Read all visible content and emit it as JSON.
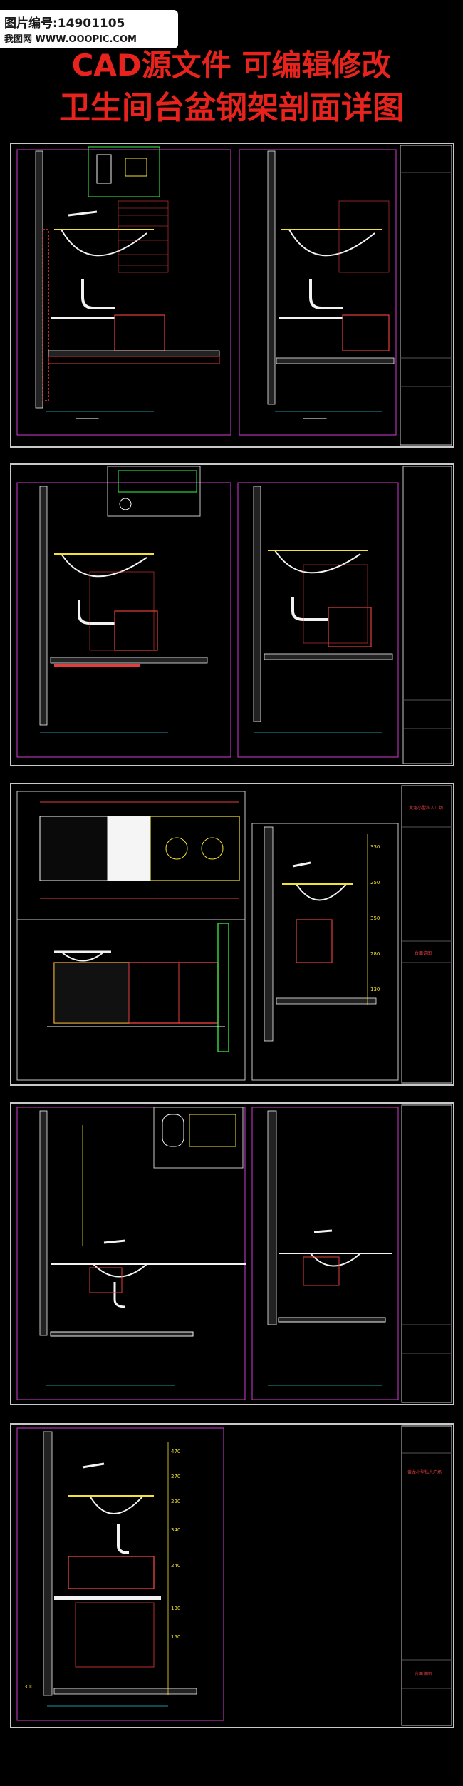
{
  "header": {
    "image_id_label": "图片编号:14901105",
    "site_label": "我图网 WWW.OOOPIC.COM",
    "title_line1": "CAD源文件 可编辑修改",
    "title_line2": "卫生间台盆钢架剖面详图"
  },
  "sheets": [
    {
      "titleblock": {
        "project": "",
        "drawing_no": "",
        "note": ""
      }
    },
    {
      "titleblock": {
        "project": "",
        "drawing_no": "",
        "note": ""
      }
    },
    {
      "titleblock": {
        "project": "黄龙小型私人广场",
        "drawing_no": "",
        "note": "台面详图"
      }
    },
    {
      "titleblock": {
        "project": "",
        "drawing_no": "",
        "note": ""
      }
    },
    {
      "titleblock": {
        "project": "黄龙小型私人广场",
        "drawing_no": "",
        "note": "台面详图"
      }
    }
  ],
  "dimensions": {
    "sheet5": [
      "470",
      "270",
      "220",
      "340",
      "240",
      "130",
      "150",
      "300"
    ],
    "sheet3": [
      "330",
      "250",
      "350",
      "280",
      "130"
    ]
  },
  "colors": {
    "title_red": "#e8231d",
    "cad_red": "#e23e3e",
    "cad_yellow": "#f2e233",
    "cad_green": "#2fd13c",
    "cad_cyan": "#26c6d9",
    "cad_magenta": "#d43bd4",
    "cad_white": "#f2f2f2"
  }
}
